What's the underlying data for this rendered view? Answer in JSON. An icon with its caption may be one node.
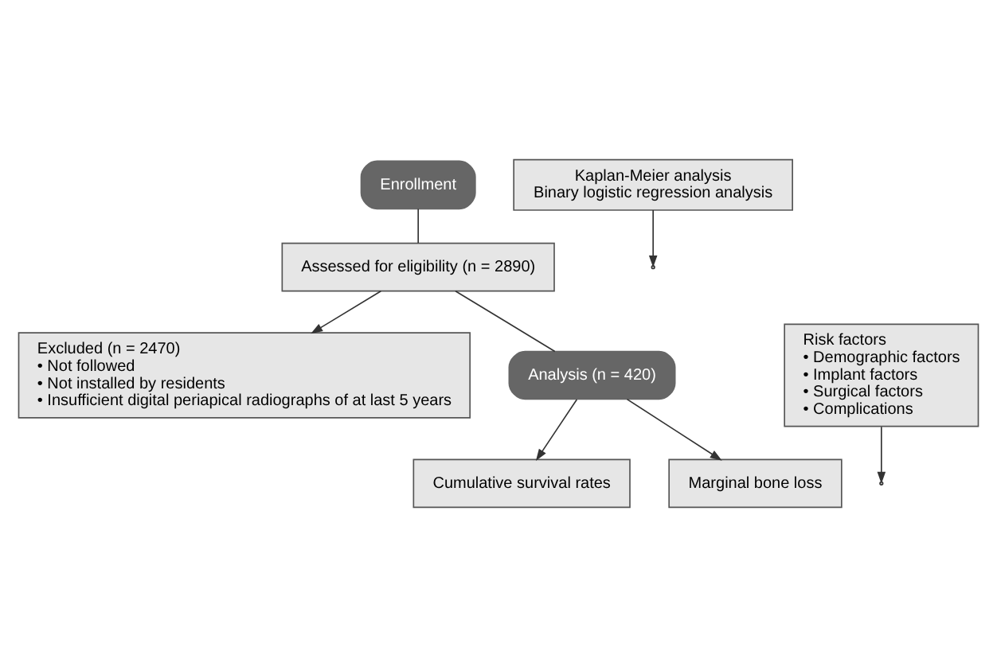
{
  "diagram": {
    "nodes": [
      {
        "text": [
          "Enrollment"
        ]
      },
      {
        "text": [
          "Assessed for eligibility (n = 2890)"
        ]
      },
      {
        "text": [
          "Excluded (n = 2470)",
          "• Not followed",
          "• Not installed by residents",
          "• Insufficient digital periapical radiographs of at last 5 years"
        ]
      },
      {
        "text": [
          "Analysis (n = 420)"
        ]
      },
      {
        "text": [
          "Risk factors",
          "• Demographic factors",
          "• Implant factors",
          "• Surgical factors",
          "• Complications"
        ]
      },
      {
        "text": [
          "Kaplan-Meier analysis",
          "Binary logistic regression analysis"
        ]
      },
      {
        "text": [
          "Cumulative survival rates"
        ]
      },
      {
        "text": [
          "Marginal bone loss"
        ]
      }
    ],
    "edges": [
      {
        "from": 0,
        "to": 1,
        "arrow": "none"
      },
      {
        "from": 1,
        "to": 2,
        "arrow": "to"
      },
      {
        "from": 1,
        "to": 3,
        "arrow": "none"
      },
      {
        "from": 4,
        "to": null,
        "arrow": "to"
      },
      {
        "from": 5,
        "to": null,
        "arrow": "to"
      },
      {
        "from": 3,
        "to": 6,
        "arrow": "to"
      },
      {
        "from": 3,
        "to": 7,
        "arrow": "to"
      }
    ]
  }
}
